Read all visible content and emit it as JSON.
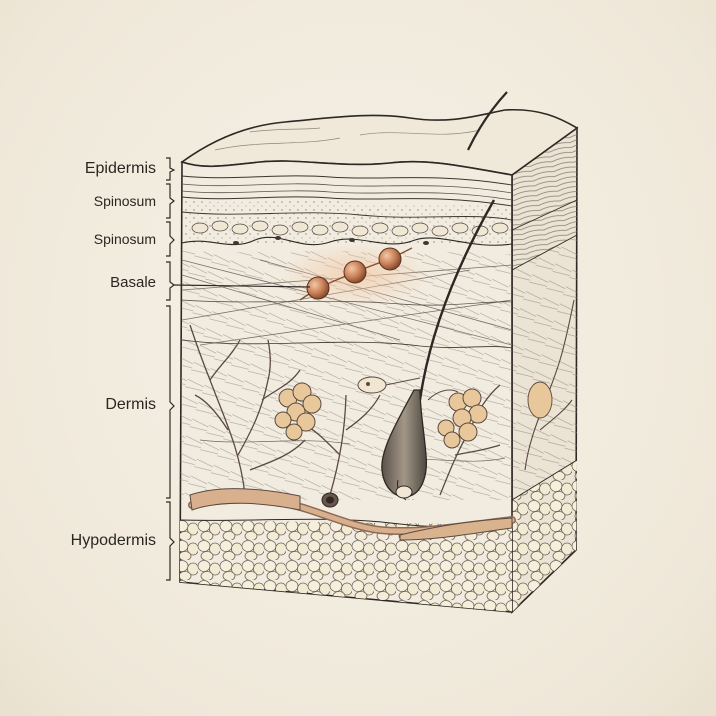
{
  "diagram": {
    "labels": {
      "epidermis": "Epidermis",
      "spinosum_1": "Spinosum",
      "spinosum_2": "Spinosum",
      "basale": "Basale",
      "dermis": "Dermis",
      "hypodermis": "Hypodermis"
    },
    "colors": {
      "ink": "#2e2824",
      "paper": "#f3eee2",
      "vessel": "#c79a77",
      "gland": "#e8c79a",
      "fat": "#f4ecd6",
      "cell": "#c9835a"
    }
  }
}
